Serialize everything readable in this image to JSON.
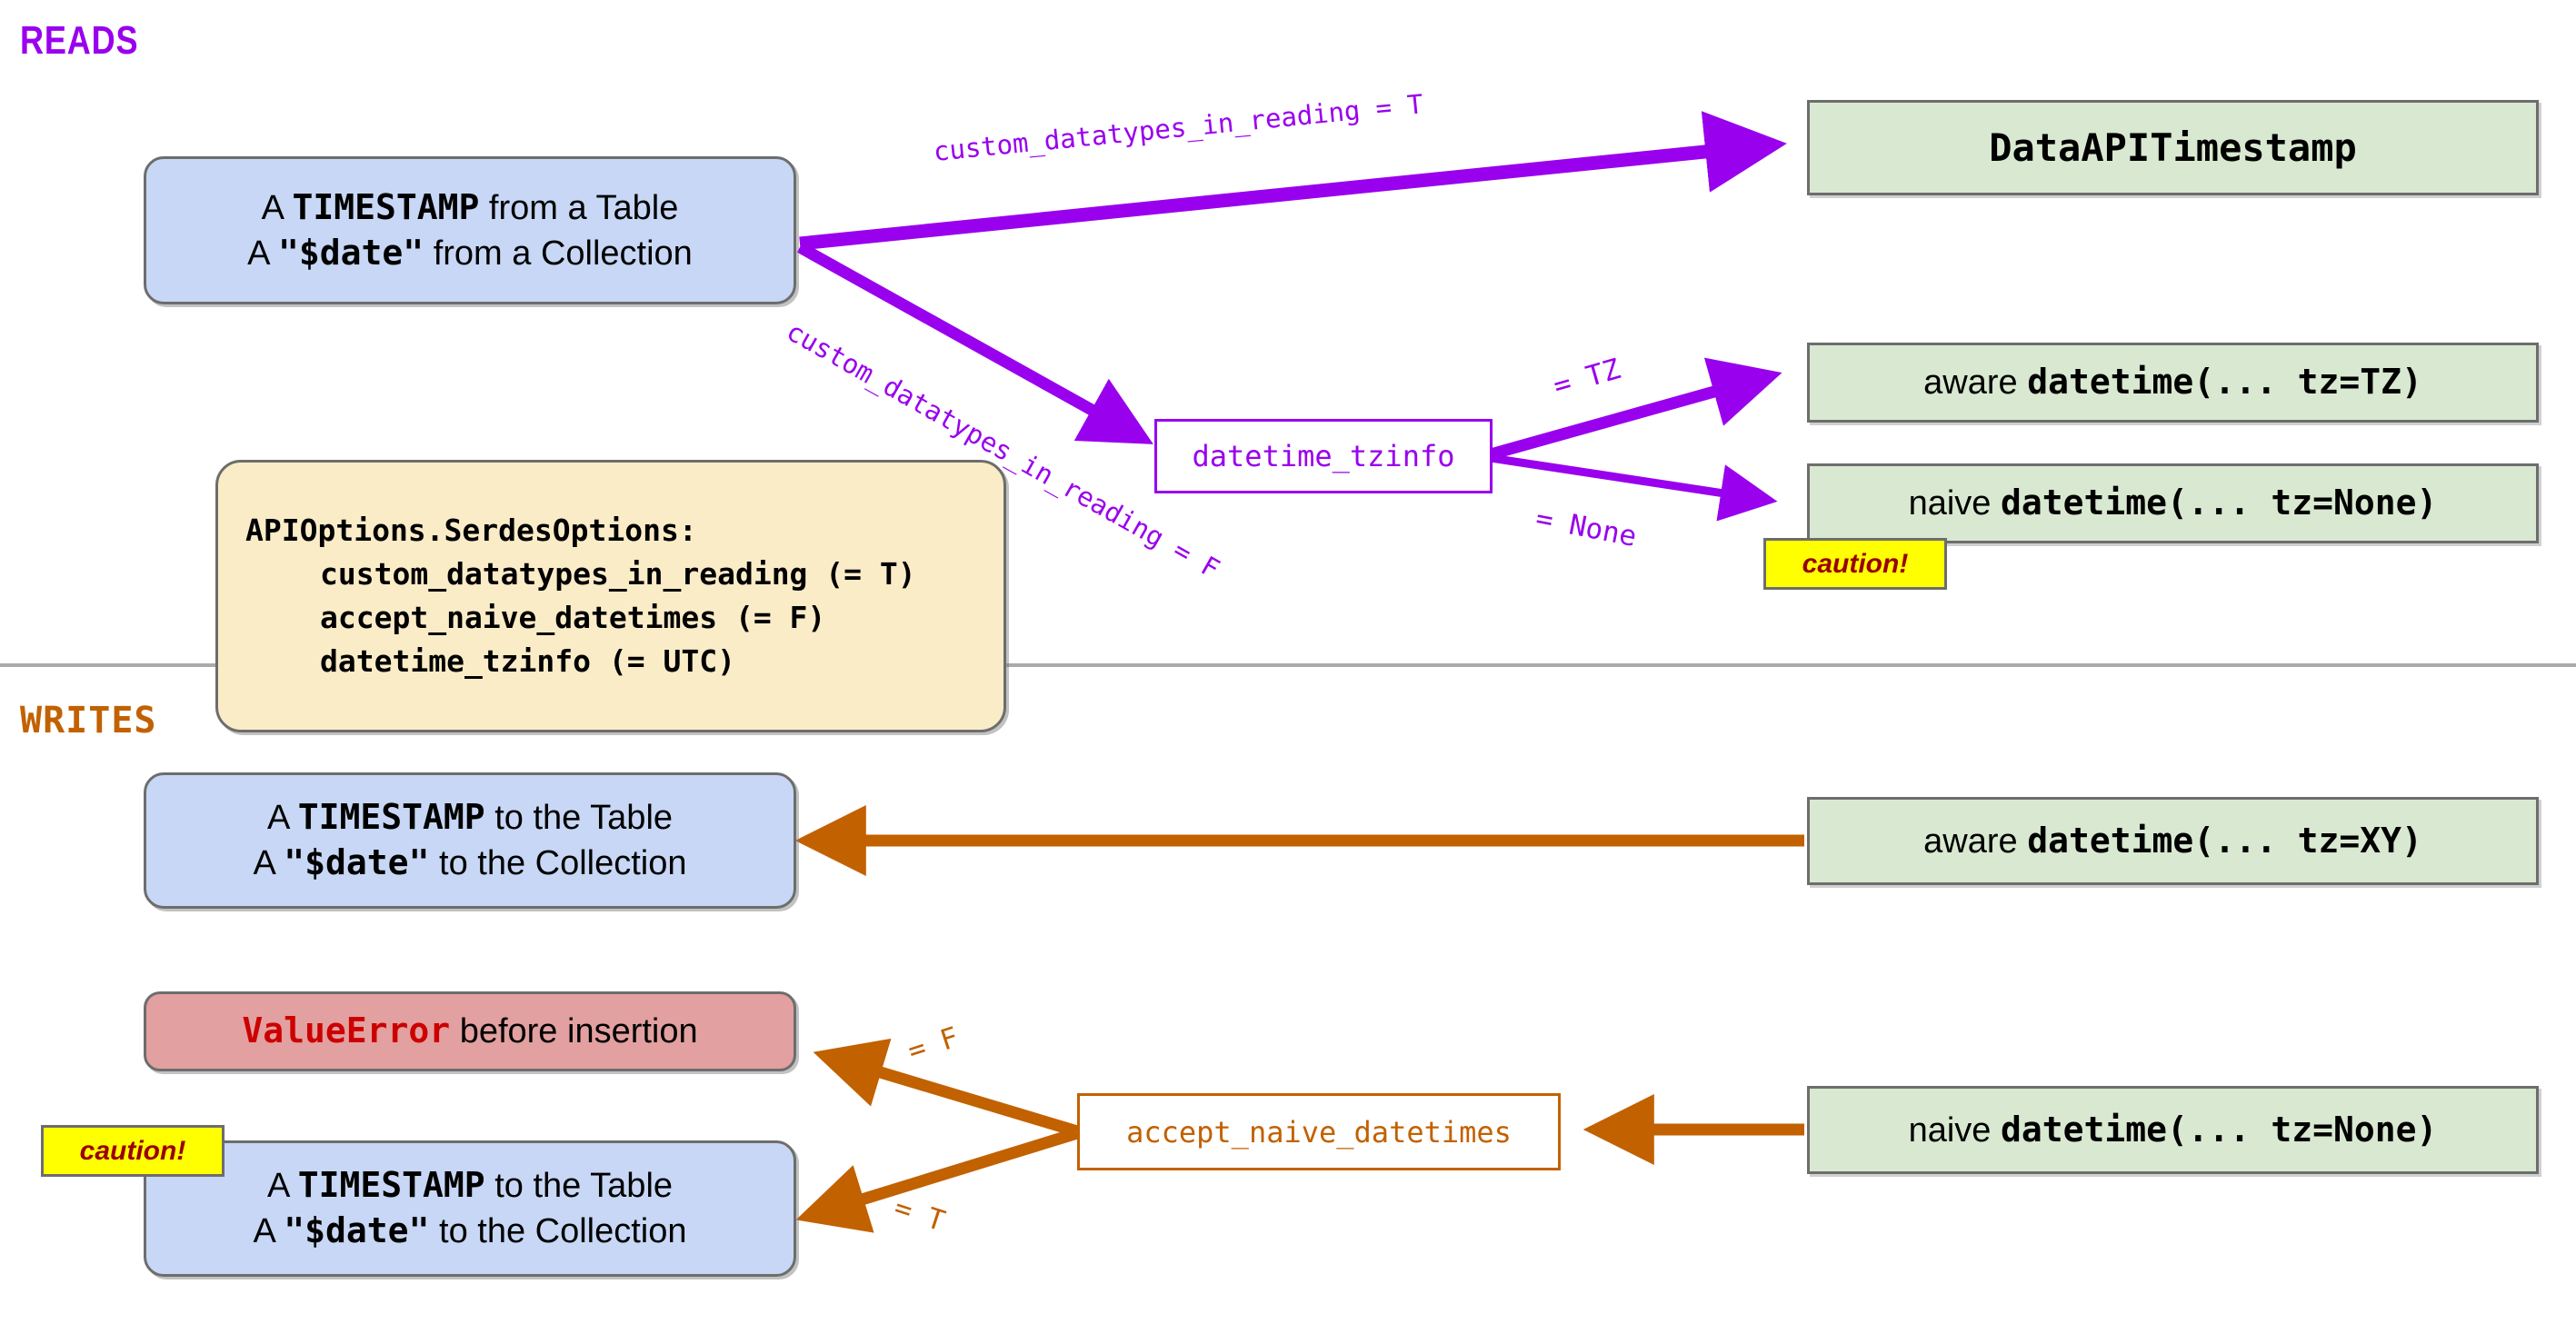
{
  "sections": {
    "reads": {
      "label": "READS",
      "color": "#9900ee"
    },
    "writes": {
      "label": "WRITES",
      "color": "#c26100"
    }
  },
  "palette": {
    "purple": "#9900ee",
    "orange": "#c26100",
    "blue_box": "#c7d7f5",
    "green_box": "#d9e8d0",
    "red_box": "#e2a0a0",
    "beige_box": "#fbecc8",
    "caution_bg": "#ffff00",
    "caution_fg": "#990000",
    "error_fg": "#cc0000",
    "box_border": "#6d6d6d",
    "divider": "#aaaaaa"
  },
  "reads": {
    "source_box": {
      "line1_a": "A ",
      "line1_b": "TIMESTAMP",
      "line1_c": " from a Table",
      "line2_a": "A ",
      "line2_b": "\"$date\"",
      "line2_c": " from a Collection"
    },
    "timestamp_box": {
      "label": "DataAPITimestamp"
    },
    "tzinfo_switch": {
      "label": "datetime_tzinfo"
    },
    "aware_box": {
      "prefix": "aware ",
      "code": "datetime(... tz=TZ)"
    },
    "naive_box": {
      "prefix": "naive ",
      "code": "datetime(... tz=None)"
    },
    "caution_badge": {
      "label": "caution!"
    },
    "edges": {
      "to_timestamp": "custom_datatypes_in_reading = T",
      "to_tzinfo": "custom_datatypes_in_reading = F",
      "tz_branch": "= TZ",
      "none_branch": "= None"
    }
  },
  "options_box": {
    "title": "APIOptions.SerdesOptions:",
    "lines": [
      "custom_datatypes_in_reading (= T)",
      "accept_naive_datetimes (= F)",
      "datetime_tzinfo (= UTC)"
    ]
  },
  "writes": {
    "aware_target_box": {
      "line1_a": "A ",
      "line1_b": "TIMESTAMP",
      "line1_c": " to the Table",
      "line2_a": "A ",
      "line2_b": "\"$date\"",
      "line2_c": " to the Collection"
    },
    "aware_source_box": {
      "prefix": "aware ",
      "code": "datetime(... tz=XY)"
    },
    "error_box": {
      "error": "ValueError",
      "rest": " before insertion"
    },
    "naive_target_box": {
      "line1_a": "A ",
      "line1_b": "TIMESTAMP",
      "line1_c": " to the Table",
      "line2_a": "A ",
      "line2_b": "\"$date\"",
      "line2_c": " to the Collection"
    },
    "naive_source_box": {
      "prefix": "naive ",
      "code": "datetime(... tz=None)"
    },
    "accept_switch": {
      "label": "accept_naive_datetimes"
    },
    "caution_badge": {
      "label": "caution!"
    },
    "edges": {
      "false_branch": "= F",
      "true_branch": "= T"
    }
  }
}
